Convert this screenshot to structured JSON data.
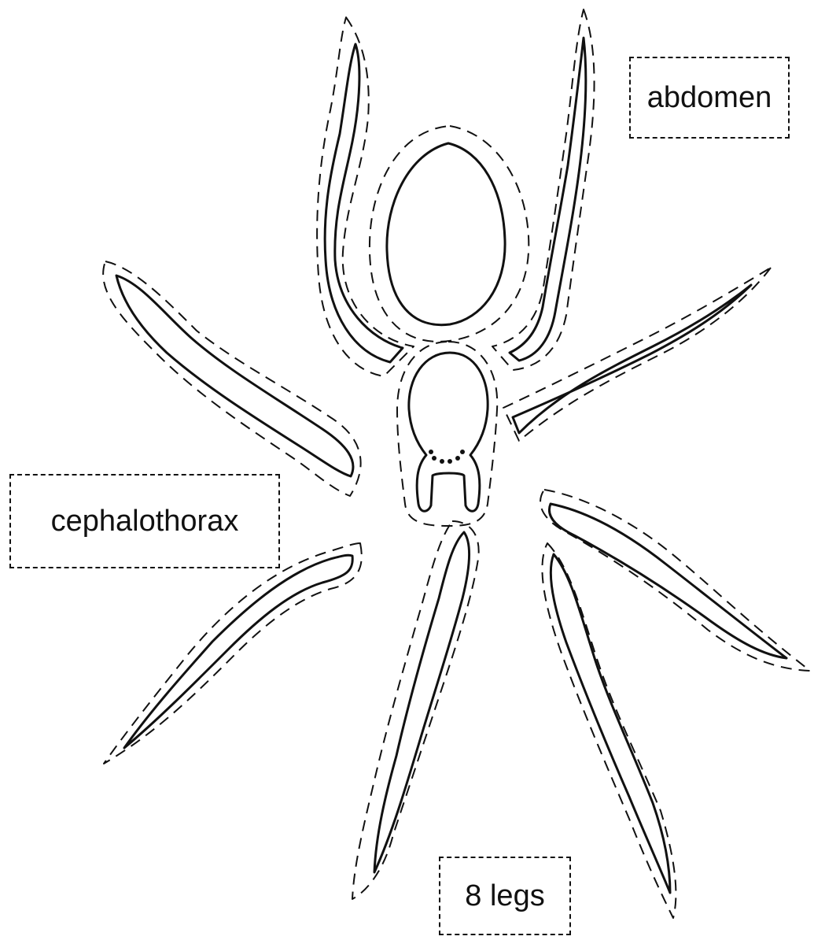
{
  "labels": {
    "abdomen": "abdomen",
    "cephalothorax": "cephalothorax",
    "legs": "8 legs"
  },
  "colors": {
    "ink": "#111111",
    "background": "#ffffff"
  }
}
